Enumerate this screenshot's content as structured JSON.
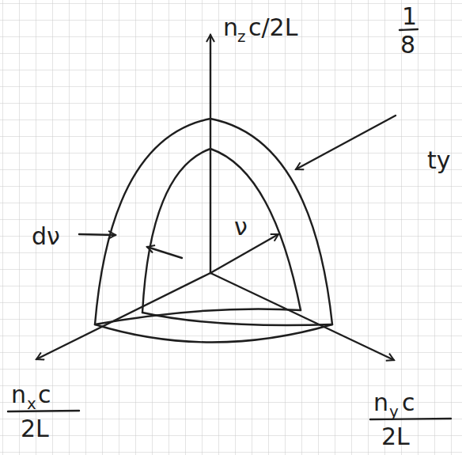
{
  "diagram": {
    "labels": [
      "n",
      "z",
      "c/2L",
      "1",
      "8",
      "ty",
      "dν",
      "ν",
      "n",
      "x",
      "c",
      "2L",
      "n",
      "y",
      "c",
      "2L"
    ]
  }
}
